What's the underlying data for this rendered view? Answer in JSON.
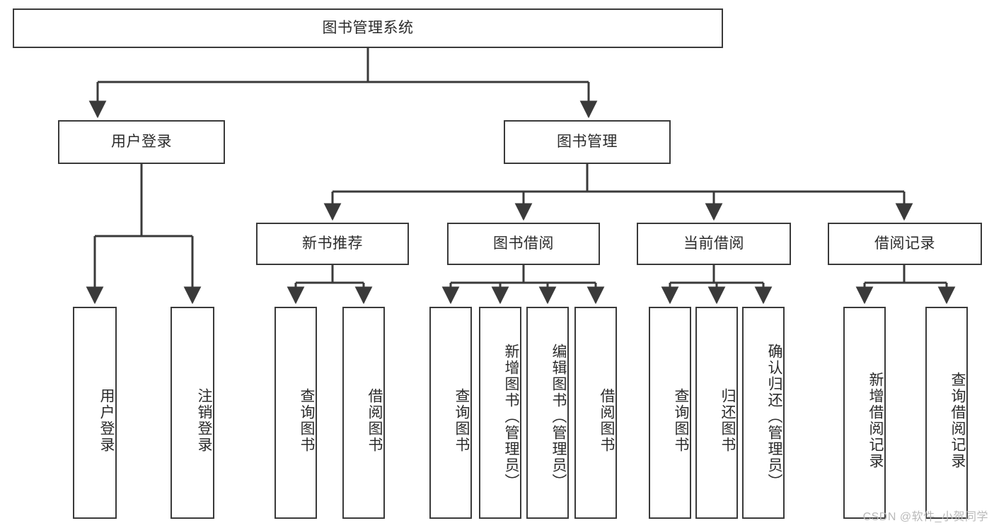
{
  "diagram": {
    "type": "tree-hierarchy-chart",
    "title": "图书管理系统",
    "line_color": "#3a3a3a",
    "text_color": "#2b2b2b",
    "background": "#ffffff",
    "root": {
      "label": "图书管理系统",
      "orientation": "horizontal"
    },
    "level2": [
      {
        "label": "用户登录",
        "orientation": "horizontal"
      },
      {
        "label": "图书管理",
        "orientation": "horizontal"
      }
    ],
    "level3": [
      {
        "label": "新书推荐",
        "orientation": "horizontal"
      },
      {
        "label": "图书借阅",
        "orientation": "horizontal"
      },
      {
        "label": "当前借阅",
        "orientation": "horizontal"
      },
      {
        "label": "借阅记录",
        "orientation": "horizontal"
      }
    ],
    "leaves": {
      "user_login": [
        {
          "label": "用户登录",
          "orientation": "vertical"
        },
        {
          "label": "注销登录",
          "orientation": "vertical"
        }
      ],
      "new_book_recommend": [
        {
          "label": "查询图书",
          "orientation": "vertical"
        },
        {
          "label": "借阅图书",
          "orientation": "vertical"
        }
      ],
      "book_borrow": [
        {
          "label": "查询图书",
          "orientation": "vertical"
        },
        {
          "label": "新增图书（管理员）",
          "orientation": "vertical"
        },
        {
          "label": "编辑图书（管理员）",
          "orientation": "vertical"
        },
        {
          "label": "借阅图书",
          "orientation": "vertical"
        }
      ],
      "current_borrow": [
        {
          "label": "查询图书",
          "orientation": "vertical"
        },
        {
          "label": "归还图书",
          "orientation": "vertical"
        },
        {
          "label": "确认归还（管理员）",
          "orientation": "vertical"
        }
      ],
      "borrow_record": [
        {
          "label": "新增借阅记录",
          "orientation": "vertical"
        },
        {
          "label": "查询借阅记录",
          "orientation": "vertical"
        }
      ]
    }
  },
  "watermark": {
    "text": "CSDN @软件_小贺同学"
  }
}
